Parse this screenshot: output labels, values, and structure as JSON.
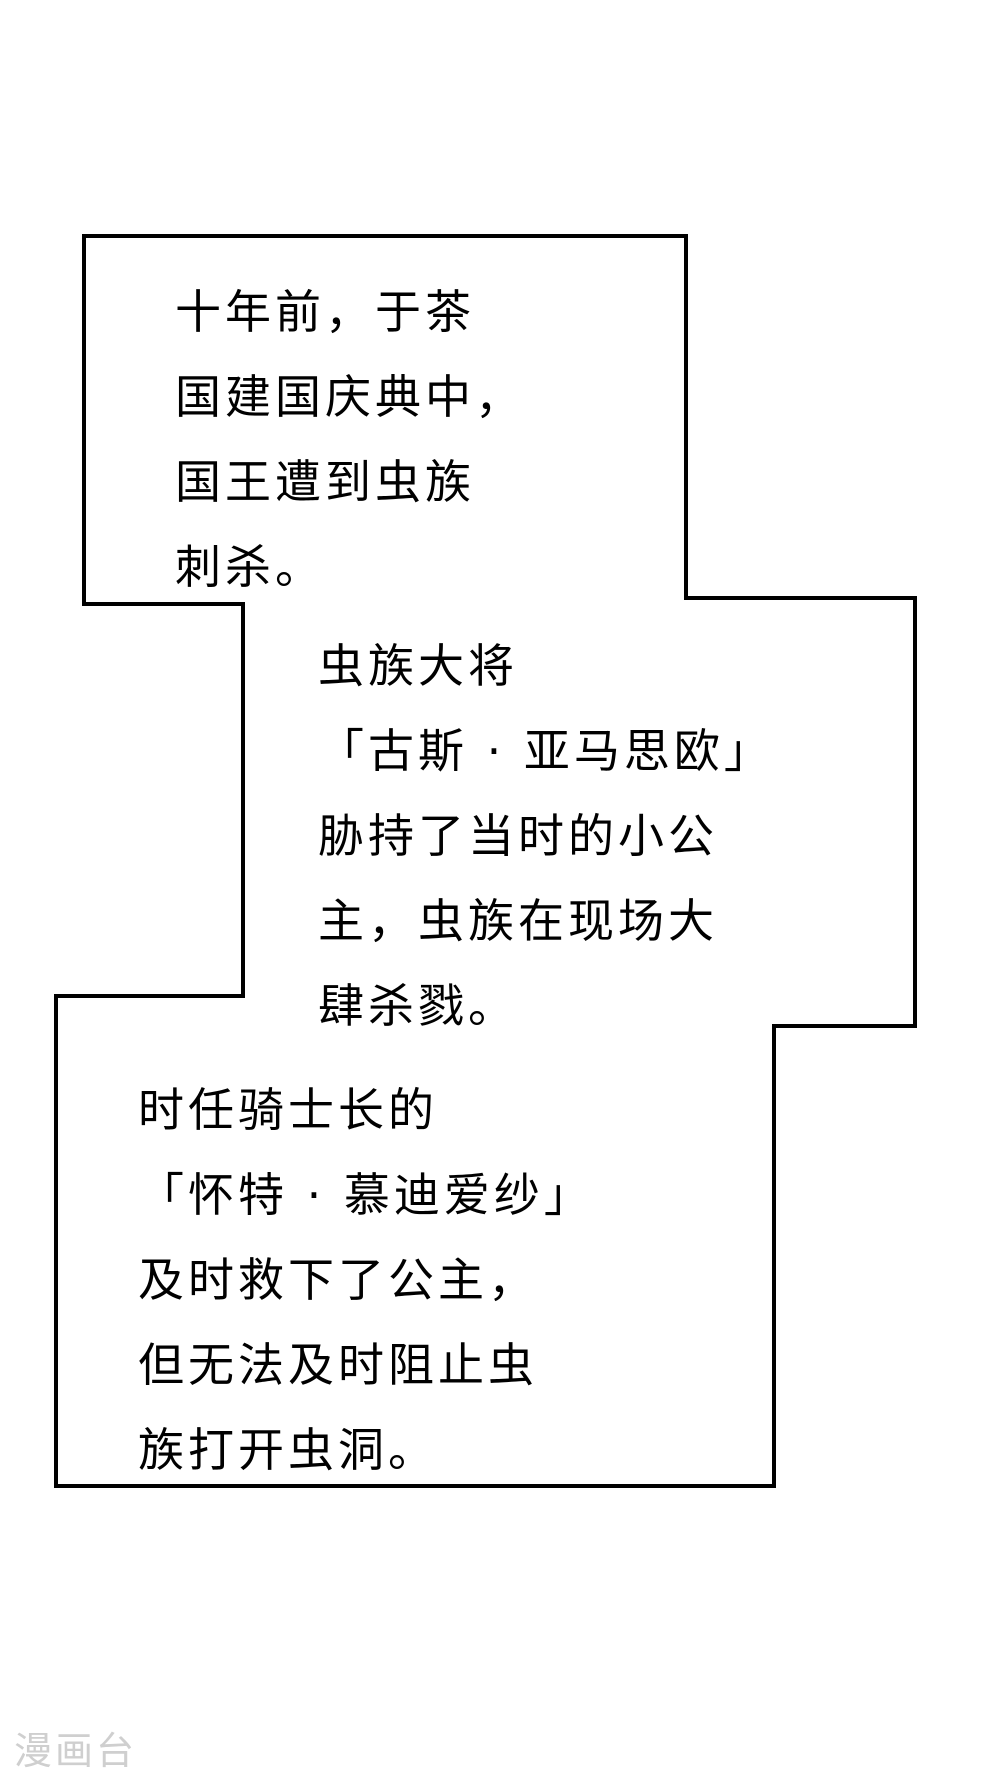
{
  "captions": [
    {
      "lines": [
        "十年前，于茶",
        "国建国庆典中，",
        "国王遭到虫族",
        "刺杀。"
      ]
    },
    {
      "lines": [
        "虫族大将",
        "「古斯 · 亚马思欧」",
        "胁持了当时的小公",
        "主，虫族在现场大",
        "肆杀戮。"
      ]
    },
    {
      "lines": [
        "时任骑士长的",
        "「怀特 · 慕迪爱纱」",
        "及时救下了公主，",
        "但无法及时阻止虫",
        "族打开虫洞。"
      ]
    }
  ],
  "watermark": {
    "text": "漫画台"
  },
  "colors": {
    "background": "#ffffff",
    "text": "#000000",
    "border": "#000000",
    "watermark": "#cfcfcf"
  }
}
